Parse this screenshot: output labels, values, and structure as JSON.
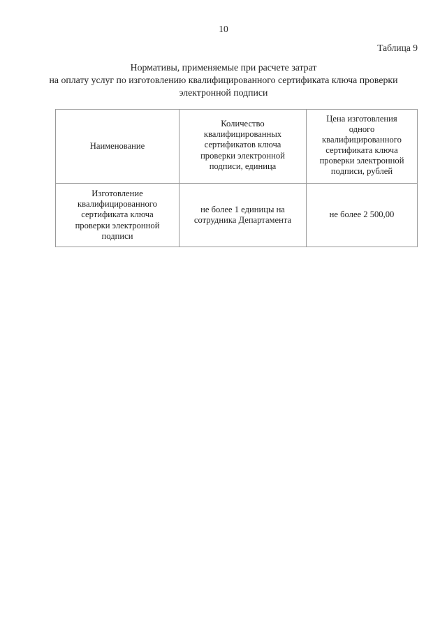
{
  "page": {
    "number": "10"
  },
  "table_label": "Таблица 9",
  "title": {
    "line1": "Нормативы, применяемые при расчете затрат",
    "line2": "на оплату услуг по изготовлению квалифицированного сертификата ключа проверки",
    "line3": "электронной подписи"
  },
  "table": {
    "headers": {
      "col1": {
        "lines": [
          "Наименование"
        ]
      },
      "col2": {
        "lines": [
          "Количество",
          "квалифицированных",
          "сертификатов ключа",
          "проверки электронной",
          "подписи, единица"
        ]
      },
      "col3": {
        "lines": [
          "Цена изготовления",
          "одного",
          "квалифицированного",
          "сертификата ключа",
          "проверки электронной",
          "подписи, рублей"
        ]
      }
    },
    "rows": [
      {
        "col1": {
          "lines": [
            "Изготовление",
            "квалифицированного",
            "сертификата ключа",
            "проверки электронной",
            "подписи"
          ]
        },
        "col2": {
          "lines": [
            "не более 1 единицы на",
            "сотрудника Департамента"
          ]
        },
        "col3": {
          "lines": [
            "не более 2 500,00"
          ]
        }
      }
    ]
  },
  "colors": {
    "text": "#222222",
    "border": "#9a9a9a",
    "background": "#ffffff"
  }
}
